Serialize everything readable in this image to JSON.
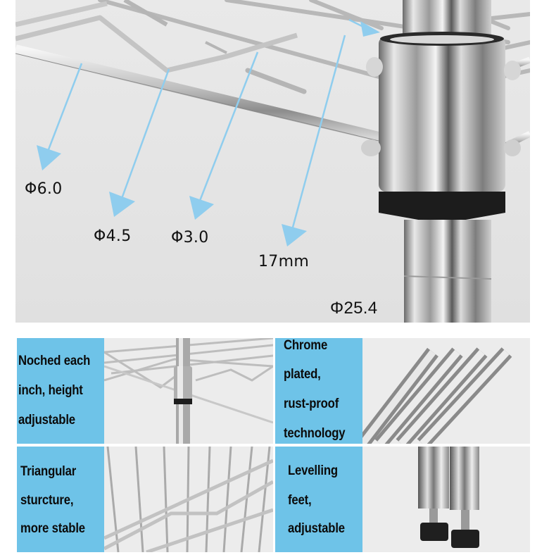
{
  "hero": {
    "description": "Close-up of chrome wire shelf corner with sleeve and post, with dimension callouts",
    "arrow_color": "#8fcdee",
    "labels": {
      "wire_main": "Φ6.0",
      "wire_mid": "Φ4.5",
      "wire_small": "Φ3.0",
      "sleeve_height": "17mm",
      "post_diameter": "Φ25.4"
    }
  },
  "features": {
    "accent_color": "#6ec3e8",
    "items": [
      {
        "id": "notched",
        "lines": [
          "Noched each",
          "inch, height",
          "adjustable"
        ],
        "image": "shelf-corner-post"
      },
      {
        "id": "chrome",
        "lines": [
          "Chrome",
          "plated,",
          "rust-proof",
          "technology"
        ],
        "image": "chrome-tubes"
      },
      {
        "id": "triangular",
        "lines": [
          "Triangular",
          "sturcture,",
          "more stable"
        ],
        "image": "wire-truss"
      },
      {
        "id": "levelling",
        "lines": [
          "Levelling",
          "feet,",
          "adjustable"
        ],
        "image": "levelling-feet"
      }
    ]
  }
}
